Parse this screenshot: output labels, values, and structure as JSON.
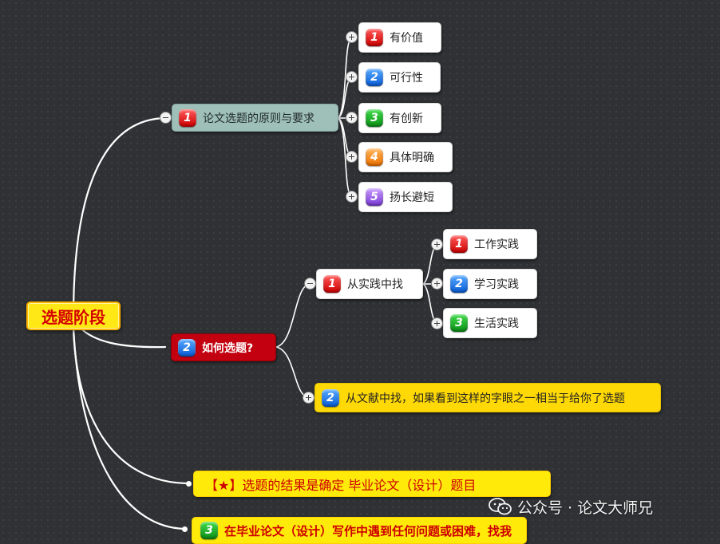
{
  "root": {
    "label": "选题阶段"
  },
  "branch1": {
    "num": "1",
    "label": "论文选题的原则与要求",
    "children": [
      {
        "num": "1",
        "label": "有价值"
      },
      {
        "num": "2",
        "label": "可行性"
      },
      {
        "num": "3",
        "label": "有创新"
      },
      {
        "num": "4",
        "label": "具体明确"
      },
      {
        "num": "5",
        "label": "扬长避短"
      }
    ]
  },
  "branch2": {
    "num": "2",
    "label": "如何选题?",
    "sub1": {
      "num": "1",
      "label": "从实践中找",
      "children": [
        {
          "num": "1",
          "label": "工作实践"
        },
        {
          "num": "2",
          "label": "学习实践"
        },
        {
          "num": "3",
          "label": "生活实践"
        }
      ]
    },
    "sub2": {
      "num": "2",
      "label": "从文献中找，如果看到这样的字眼之一相当于给你了选题"
    }
  },
  "tip1": {
    "label": "【★】选题的结果是确定 毕业论文（设计）题目"
  },
  "tip2": {
    "num": "3",
    "label": "在毕业论文（设计）写作中遇到任何问题或困难，找我"
  },
  "watermark": {
    "label": "公众号 · 论文大师兄"
  },
  "colors": {
    "background": "#2f3134",
    "root_fill": "#ffe816",
    "root_text": "#d40000",
    "branch2_fill": "#c3000f",
    "branch1_fill": "#9fbfb9",
    "highlight_fill": "#ffd905"
  }
}
